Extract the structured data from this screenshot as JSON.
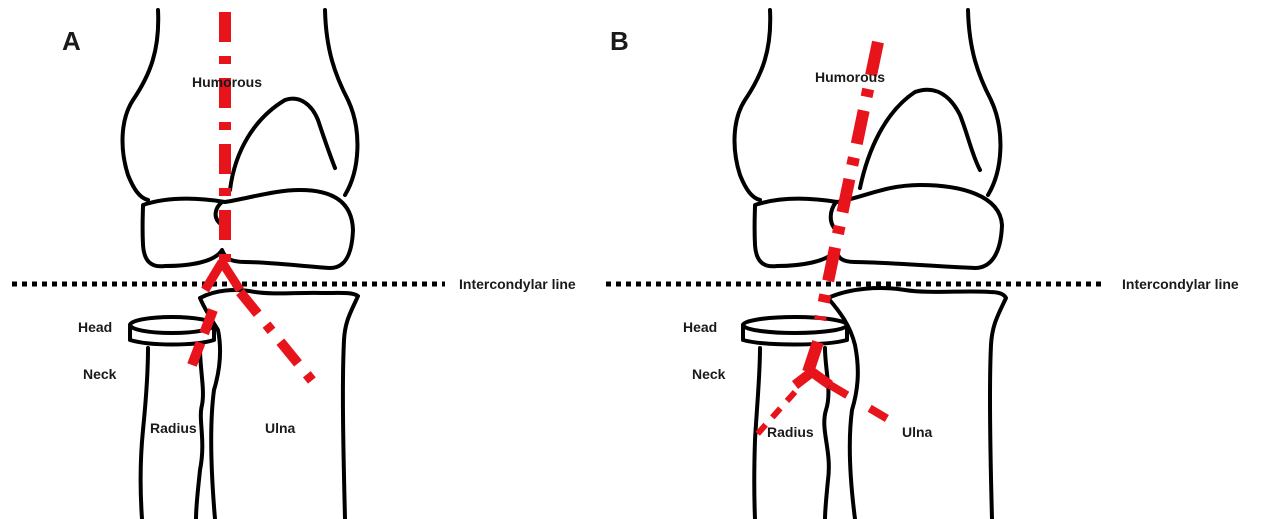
{
  "panels": [
    {
      "letter": "A",
      "humerus_label": "Humorous",
      "intercondylar_label": "Intercondylar line",
      "head_label": "Head",
      "neck_label": "Neck",
      "radius_label": "Radius",
      "ulna_label": "Ulna"
    },
    {
      "letter": "B",
      "humerus_label": "Humorous",
      "intercondylar_label": "Intercondylar line",
      "head_label": "Head",
      "neck_label": "Neck",
      "radius_label": "Radius",
      "ulna_label": "Ulna"
    }
  ],
  "colors": {
    "outline": "#000000",
    "axis_lines": "#e8141c",
    "background": "#ffffff"
  }
}
